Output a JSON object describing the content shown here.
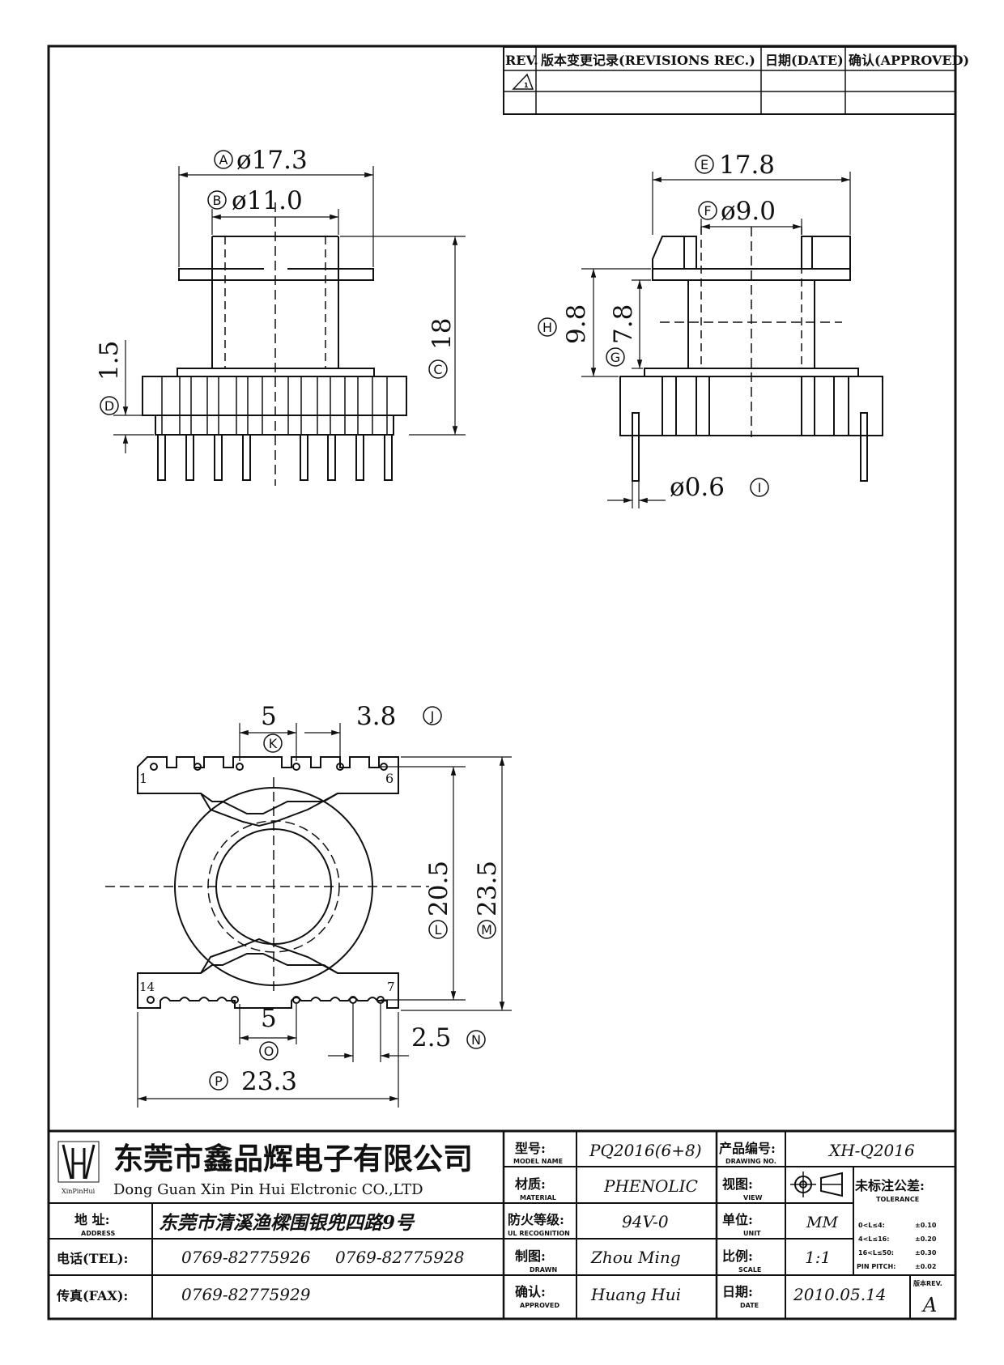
{
  "revisions": {
    "headers": [
      "REV.",
      "版本变更记录(REVISIONS REC.)",
      "日期(DATE)",
      "确认(APPROVED)"
    ],
    "row_mark": "1"
  },
  "side_view": {
    "dim_a": {
      "letter": "A",
      "value": "ø17.3"
    },
    "dim_b": {
      "letter": "B",
      "value": "ø11.0"
    },
    "dim_c": {
      "letter": "C",
      "value": "18"
    },
    "dim_d": {
      "letter": "D",
      "value": "1.5"
    }
  },
  "front_view": {
    "dim_e": {
      "letter": "E",
      "value": "17.8"
    },
    "dim_f": {
      "letter": "F",
      "value": "ø9.0"
    },
    "dim_g": {
      "letter": "G",
      "value": "7.8"
    },
    "dim_h": {
      "letter": "H",
      "value": "9.8"
    },
    "dim_i": {
      "letter": "I",
      "value": "ø0.6"
    }
  },
  "bottom_view": {
    "dim_k": {
      "letter": "K",
      "value": "5"
    },
    "dim_j": {
      "letter": "J",
      "value": "3.8"
    },
    "dim_l": {
      "letter": "L",
      "value": "20.5"
    },
    "dim_m": {
      "letter": "M",
      "value": "23.5"
    },
    "dim_o": {
      "letter": "O",
      "value": "5"
    },
    "dim_n": {
      "letter": "N",
      "value": "2.5"
    },
    "dim_p": {
      "letter": "P",
      "value": "23.3"
    },
    "pins": {
      "p1": "1",
      "p6": "6",
      "p14": "14",
      "p7": "7"
    }
  },
  "title_block": {
    "logo_text": "XinPinHui",
    "company_cn": "东莞市鑫品辉电子有限公司",
    "company_en": "Dong Guan Xin Pin Hui Elctronic CO.,LTD",
    "model_label": "型号:",
    "model_sub": "MODEL NAME",
    "model_value": "PQ2016(6+8)",
    "drawing_label": "产品编号:",
    "drawing_sub": "DRAWING NO.",
    "drawing_value": "XH-Q2016",
    "material_label": "材质:",
    "material_sub": "MATERIAL",
    "material_value": "PHENOLIC",
    "view_label": "视图:",
    "view_sub": "VIEW",
    "tolerance_label": "未标注公差:",
    "tolerance_sub": "TOLERANCE",
    "tolerances": [
      {
        "range": "0<L≤4:",
        "value": "±0.10"
      },
      {
        "range": "4<L≤16:",
        "value": "±0.20"
      },
      {
        "range": "16<L≤50:",
        "value": "±0.30"
      },
      {
        "range": "PIN PITCH:",
        "value": "±0.02"
      }
    ],
    "address_label": "地  址:",
    "address_sub": "ADDRESS",
    "address_value": "东莞市清溪渔樑围银兜四路9号",
    "ul_label": "防火等级:",
    "ul_sub": "UL RECOGNITION",
    "ul_value": "94V-0",
    "unit_label": "单位:",
    "unit_sub": "UNIT",
    "unit_value": "MM",
    "tel_label": "电话(TEL):",
    "tel_value1": "0769-82775926",
    "tel_value2": "0769-82775928",
    "drawn_label": "制图:",
    "drawn_sub": "DRAWN",
    "drawn_value": "Zhou Ming",
    "scale_label": "比例:",
    "scale_sub": "SCALE",
    "scale_value": "1:1",
    "fax_label": "传真(FAX):",
    "fax_value": "0769-82775929",
    "approved_label": "确认:",
    "approved_sub": "APPROVED",
    "approved_value": "Huang Hui",
    "date_label": "日期:",
    "date_sub": "DATE",
    "date_value": "2010.05.14",
    "rev_label": "版本REV.",
    "rev_value": "A"
  }
}
